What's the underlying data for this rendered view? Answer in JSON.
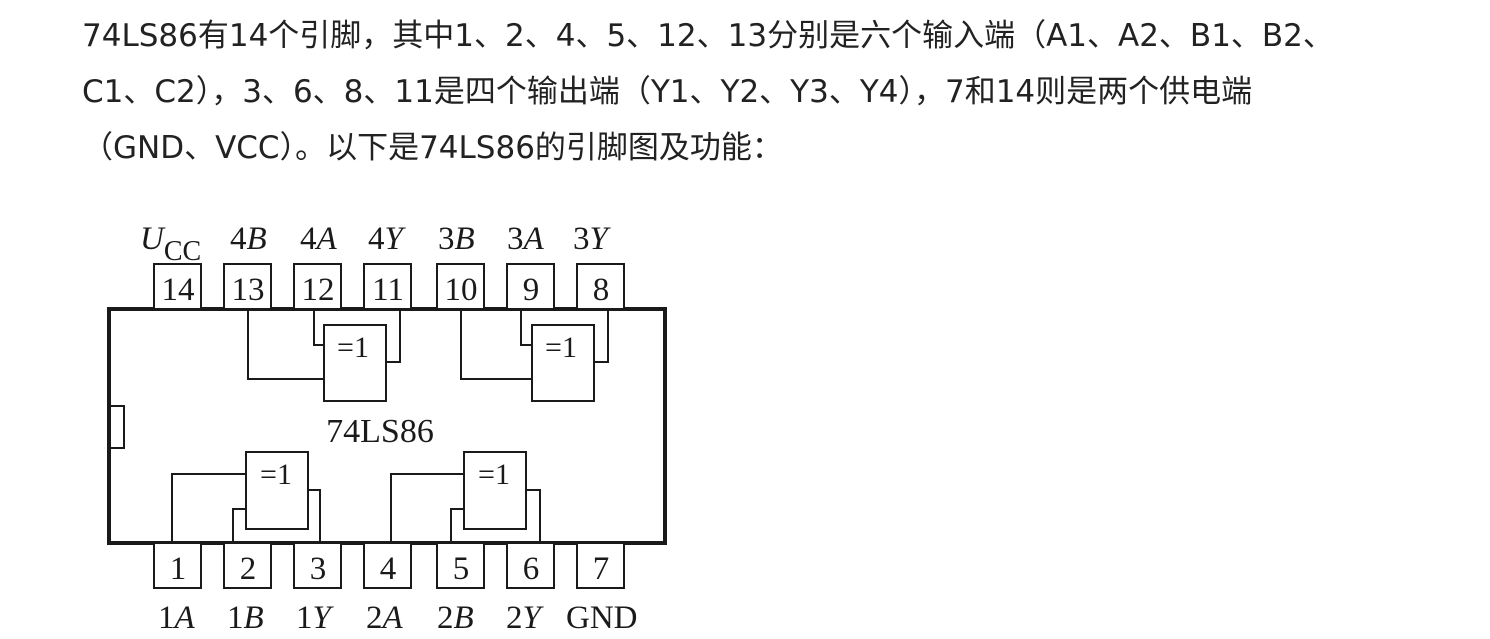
{
  "intro": {
    "line1": "74LS86有14个引脚，其中1、2、4、5、12、13分别是六个输入端（A1、A2、B1、B2、",
    "line2": "C1、C2），3、6、8、11是四个输出端（Y1、Y2、Y3、Y4），7和14则是两个供电端",
    "line3": "（GND、VCC）。以下是74LS86的引脚图及功能："
  },
  "chip": {
    "name": "74LS86",
    "gate_symbol": "=1",
    "top_pins": [
      {
        "number": "14",
        "label_main": "U",
        "label_sub": "CC",
        "label_num": "",
        "label_letter": ""
      },
      {
        "number": "13",
        "label_num": "4",
        "label_letter": "B"
      },
      {
        "number": "12",
        "label_num": "4",
        "label_letter": "A"
      },
      {
        "number": "11",
        "label_num": "4",
        "label_letter": "Y"
      },
      {
        "number": "10",
        "label_num": "3",
        "label_letter": "B"
      },
      {
        "number": "9",
        "label_num": "3",
        "label_letter": "A"
      },
      {
        "number": "8",
        "label_num": "3",
        "label_letter": "Y"
      }
    ],
    "bottom_pins": [
      {
        "number": "1",
        "label_num": "1",
        "label_letter": "A"
      },
      {
        "number": "2",
        "label_num": "1",
        "label_letter": "B"
      },
      {
        "number": "3",
        "label_num": "1",
        "label_letter": "Y"
      },
      {
        "number": "4",
        "label_num": "2",
        "label_letter": "A"
      },
      {
        "number": "5",
        "label_num": "2",
        "label_letter": "B"
      },
      {
        "number": "6",
        "label_num": "2",
        "label_letter": "Y"
      },
      {
        "number": "7",
        "label_text": "GND"
      }
    ]
  }
}
